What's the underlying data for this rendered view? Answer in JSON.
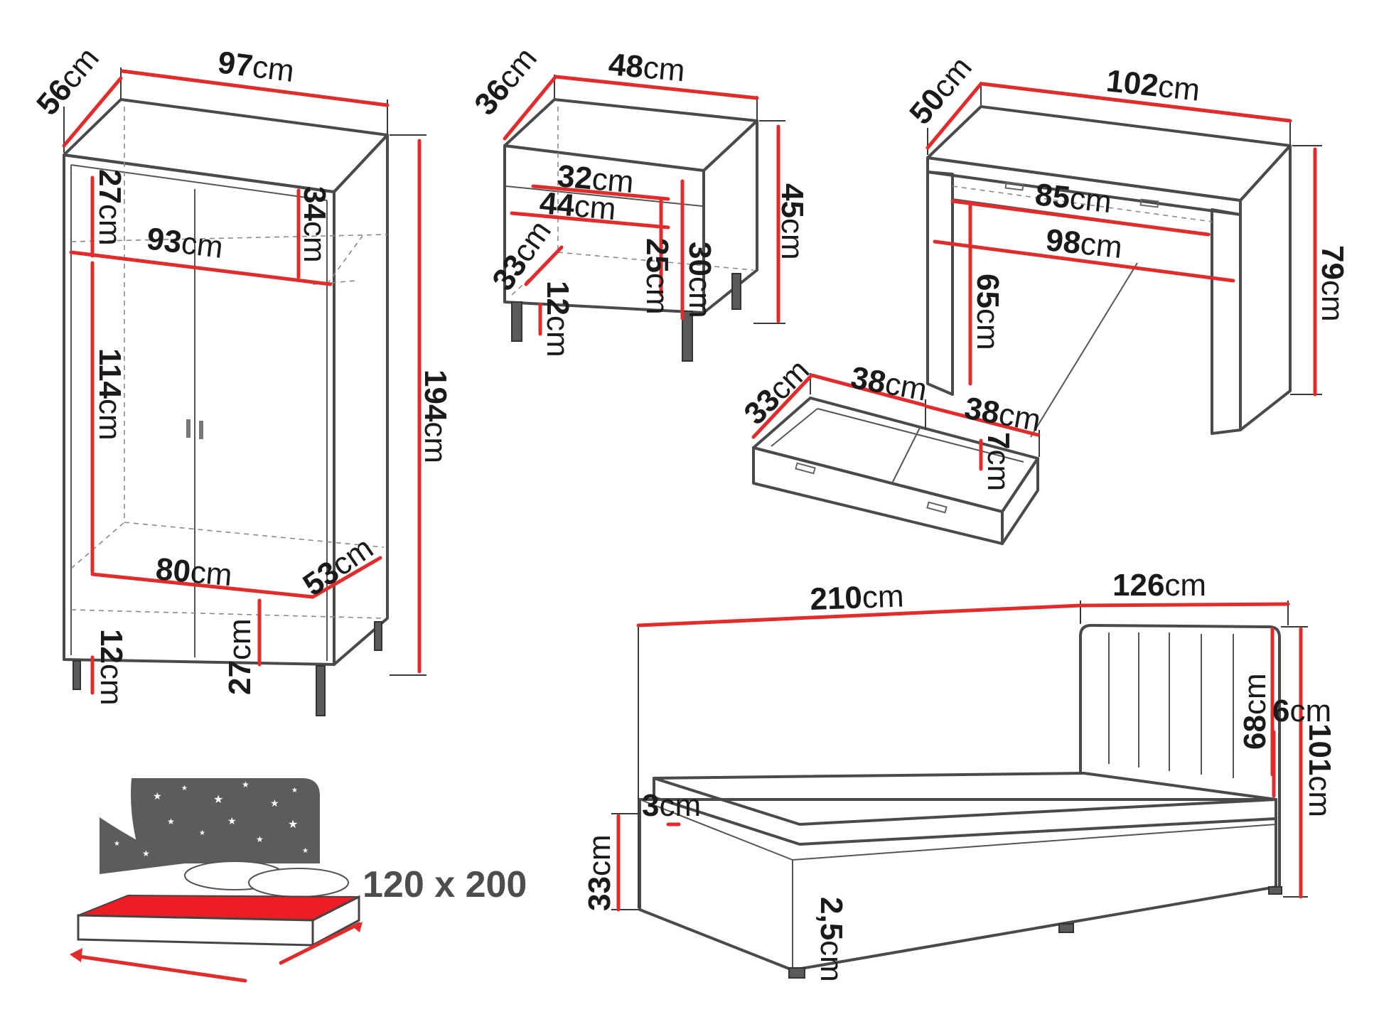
{
  "diagram": {
    "unit": "cm",
    "wardrobe": {
      "depth": "56",
      "width": "97",
      "height": "194",
      "shelf_height": "27",
      "inner_width": "93",
      "top_compartment_height": "34",
      "hanging_height": "114",
      "bottom_inner_width": "80",
      "bottom_inner_depth": "53",
      "bottom_compartment_height": "27",
      "leg_height": "12"
    },
    "nightstand": {
      "depth": "36",
      "width": "48",
      "height": "45",
      "drawer_width": "32",
      "inner_width": "44",
      "inner_depth": "33",
      "inner_height": "25",
      "drawer_height": "30",
      "leg_height": "12"
    },
    "desk": {
      "depth": "50",
      "width": "102",
      "height": "79",
      "inner_width_top": "85",
      "inner_width": "98",
      "inner_height": "65"
    },
    "drawer": {
      "depth": "33",
      "width_left": "38",
      "width_right": "38",
      "height": "7"
    },
    "bed": {
      "length": "210",
      "headboard_width": "126",
      "headboard_height": "68",
      "headboard_thickness": "6",
      "total_height": "101",
      "mattress_offset": "3",
      "frame_height": "33",
      "leg_height": "2,5"
    },
    "mattress": {
      "size": "120 x 200"
    }
  }
}
